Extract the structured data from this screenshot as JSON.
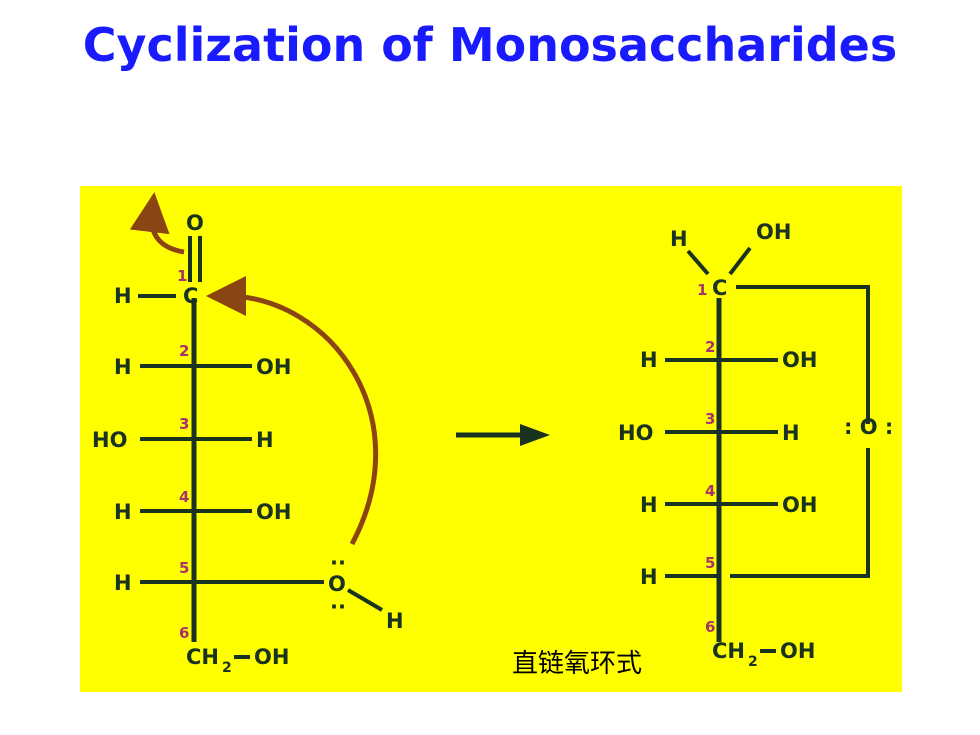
{
  "title": "Cyclization of Monosaccharides",
  "caption": "直链氧环式",
  "left": {
    "top_O": "O",
    "H": "H",
    "C": "C",
    "OH": "OH",
    "HO": "HO",
    "ring_O": "O",
    "CH": "CH",
    "sub2": "2",
    "nums": [
      "1",
      "2",
      "3",
      "4",
      "5",
      "6"
    ]
  },
  "right": {
    "H": "H",
    "OH": "OH",
    "C": "C",
    "HO": "HO",
    "ring_O": ": O :",
    "CH": "CH",
    "sub2": "2",
    "nums": [
      "1",
      "2",
      "3",
      "4",
      "5",
      "6"
    ]
  },
  "colors": {
    "title": "#1a1aff",
    "panel": "#ffff00",
    "bond": "#1a3320",
    "number": "#a8326a",
    "curved_arrow": "#8b4513"
  }
}
